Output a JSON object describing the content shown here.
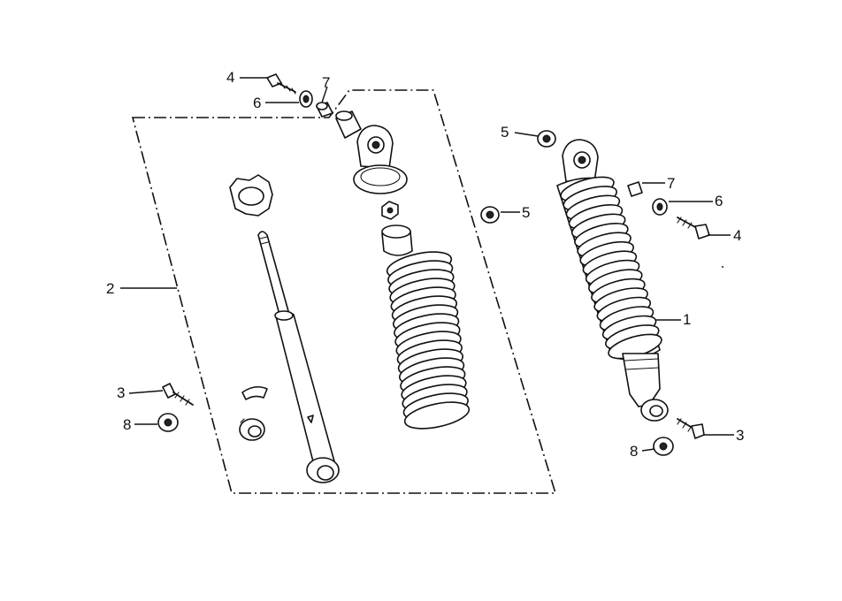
{
  "callouts": {
    "shock_absorber_assembly": "1",
    "damper_kit_group": "2",
    "lower_bolt_left": "3",
    "lower_bolt_right": "3",
    "upper_bolt_left": "4",
    "upper_bolt_right": "4",
    "washer_top_left": "5",
    "washer_middle": "5",
    "washer_left": "6",
    "washer_right": "6",
    "collar_left": "7",
    "collar_right": "7",
    "lower_washer_left": "8",
    "lower_washer_right": "8"
  },
  "colors": {
    "ink": "#111111",
    "background": "#ffffff"
  }
}
